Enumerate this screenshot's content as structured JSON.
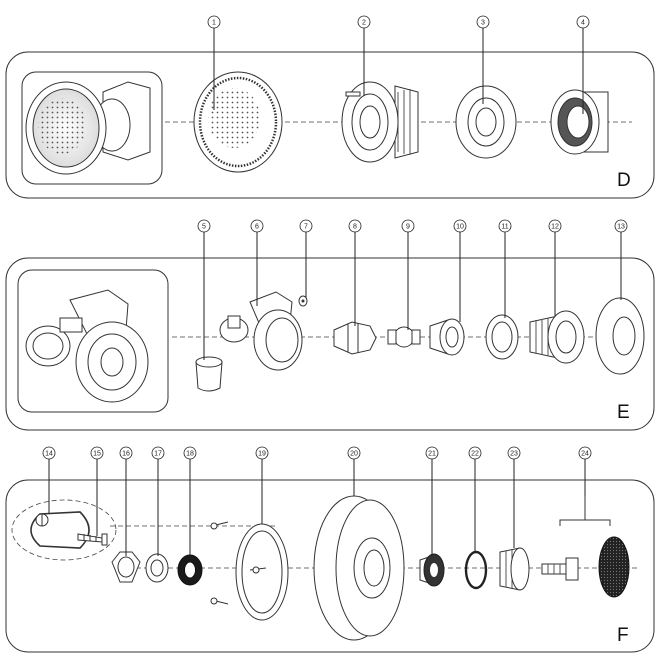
{
  "panels": [
    {
      "id": "D",
      "label": "D",
      "parts": [
        "1",
        "2",
        "3",
        "4"
      ]
    },
    {
      "id": "E",
      "label": "E",
      "parts": [
        "5",
        "6",
        "7",
        "8",
        "9",
        "10",
        "11",
        "12",
        "13"
      ]
    },
    {
      "id": "F",
      "label": "F",
      "parts": [
        "14",
        "15",
        "16",
        "17",
        "18",
        "19",
        "20",
        "21",
        "22",
        "23",
        "24"
      ]
    }
  ],
  "colors": {
    "line": "#333333",
    "paper": "#ffffff",
    "dark": "#1a1a1a",
    "mid": "#888888"
  }
}
